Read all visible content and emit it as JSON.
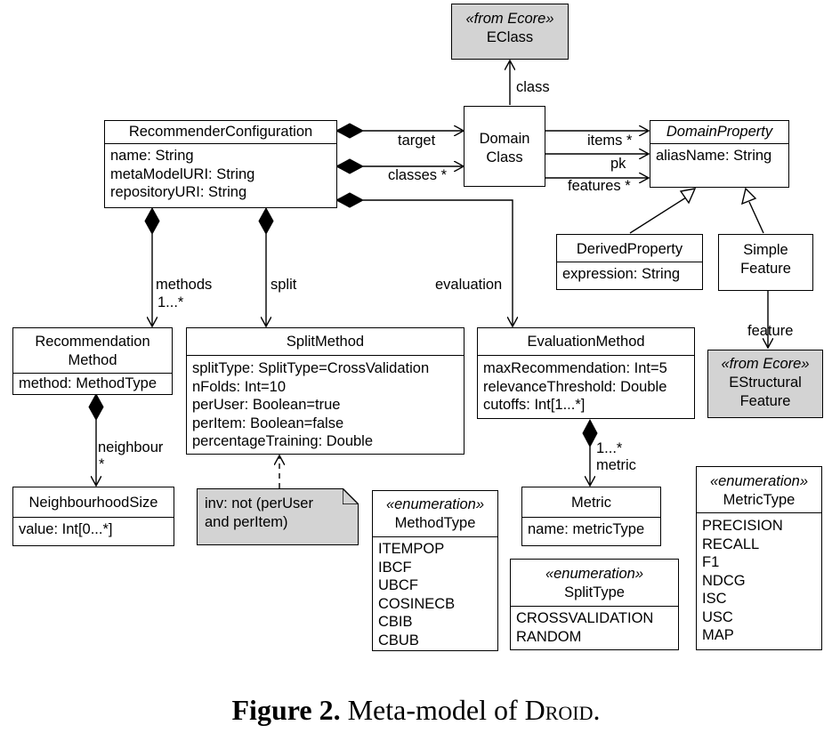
{
  "classes": {
    "eclass": {
      "stereotype": "«from Ecore»",
      "name": "EClass"
    },
    "recommender_configuration": {
      "name": "RecommenderConfiguration",
      "attributes": [
        "name: String",
        "metaModelURI: String",
        "repositoryURI: String"
      ]
    },
    "domain_class": {
      "name_line1": "Domain",
      "name_line2": "Class"
    },
    "domain_property": {
      "name": "DomainProperty",
      "attributes": [
        "aliasName: String"
      ]
    },
    "derived_property": {
      "name": "DerivedProperty",
      "attributes": [
        "expression: String"
      ]
    },
    "simple_feature": {
      "name_line1": "Simple",
      "name_line2": "Feature"
    },
    "estructural_feature": {
      "stereotype": "«from Ecore»",
      "name_line1": "EStructural",
      "name_line2": "Feature"
    },
    "recommendation_method": {
      "name_line1": "Recommendation",
      "name_line2": "Method",
      "attributes": [
        "method: MethodType"
      ]
    },
    "split_method": {
      "name": "SplitMethod",
      "attributes": [
        "splitType: SplitType=CrossValidation",
        "nFolds: Int=10",
        "perUser: Boolean=true",
        "perItem: Boolean=false",
        "percentageTraining: Double"
      ]
    },
    "evaluation_method": {
      "name": "EvaluationMethod",
      "attributes": [
        "maxRecommendation: Int=5",
        "relevanceThreshold: Double",
        "cutoffs: Int[1...*]"
      ]
    },
    "neighbourhood_size": {
      "name": "NeighbourhoodSize",
      "attributes": [
        "value: Int[0...*]"
      ]
    },
    "metric": {
      "name": "Metric",
      "attributes": [
        "name: metricType"
      ]
    }
  },
  "enumerations": {
    "method_type": {
      "stereotype": "«enumeration»",
      "name": "MethodType",
      "literals": [
        "ITEMPOP",
        "IBCF",
        "UBCF",
        "COSINECB",
        "CBIB",
        "CBUB"
      ]
    },
    "split_type": {
      "stereotype": "«enumeration»",
      "name": "SplitType",
      "literals": [
        "CROSSVALIDATION",
        "RANDOM"
      ]
    },
    "metric_type": {
      "stereotype": "«enumeration»",
      "name": "MetricType",
      "literals": [
        "PRECISION",
        "RECALL",
        "F1",
        "NDCG",
        "ISC",
        "USC",
        "MAP"
      ]
    }
  },
  "constraint_note": {
    "line1": "inv: not (perUser",
    "line2": "and perItem)"
  },
  "associations": {
    "class": "class",
    "target": "target",
    "classes": "classes *",
    "items": "items *",
    "pk": "pk",
    "features": "features *",
    "methods": "methods",
    "methods_mult": "1...*",
    "split": "split",
    "evaluation": "evaluation",
    "neighbour": "neighbour",
    "neighbour_mult": "*",
    "feature": "feature",
    "metric_mult": "1...*",
    "metric": "metric"
  },
  "caption": {
    "label": "Figure 2.",
    "text_prefix": "Meta-model of",
    "text_name": "Droid",
    "text_suffix": "."
  }
}
